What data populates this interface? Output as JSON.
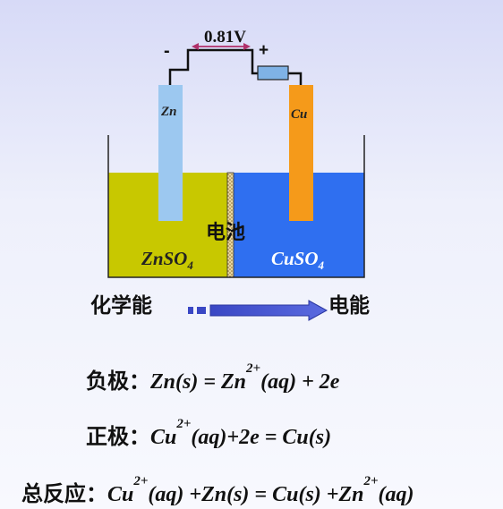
{
  "voltmeter": {
    "reading": "0.81V",
    "negative_sign": "-",
    "positive_sign": "+"
  },
  "electrodes": {
    "left": "Zn",
    "right": "Cu"
  },
  "cell_label": "电池",
  "solutions": {
    "left_main": "ZnSO",
    "left_sub": "4",
    "right_main": "CuSO",
    "right_sub": "4"
  },
  "conversion": {
    "from": "化学能",
    "to": "电能"
  },
  "equations": {
    "anode_label": "负极：",
    "anode_a": "Zn(s) = Zn",
    "anode_sup": "2+",
    "anode_b": "(aq) + 2e",
    "cathode_label": "正极：",
    "cathode_a": "Cu",
    "cathode_sup": "2+",
    "cathode_b": "(aq)+2e = Cu(s)",
    "total_label": "总反应：",
    "total_a": "Cu",
    "total_sup1": "2+",
    "total_b": "(aq) +Zn(s) = Cu(s) +Zn",
    "total_sup2": "2+",
    "total_c": "(aq)"
  },
  "colors": {
    "znso4_solution": "#c8c800",
    "cuso4_solution": "#2f6ff0",
    "zn_electrode": "#9cc8f0",
    "cu_electrode": "#f59a1a",
    "membrane": "#d4b060",
    "arrow": "#3a47c4",
    "resistor": "#7fb2e6",
    "voltage_arrow": "#b0306a"
  }
}
